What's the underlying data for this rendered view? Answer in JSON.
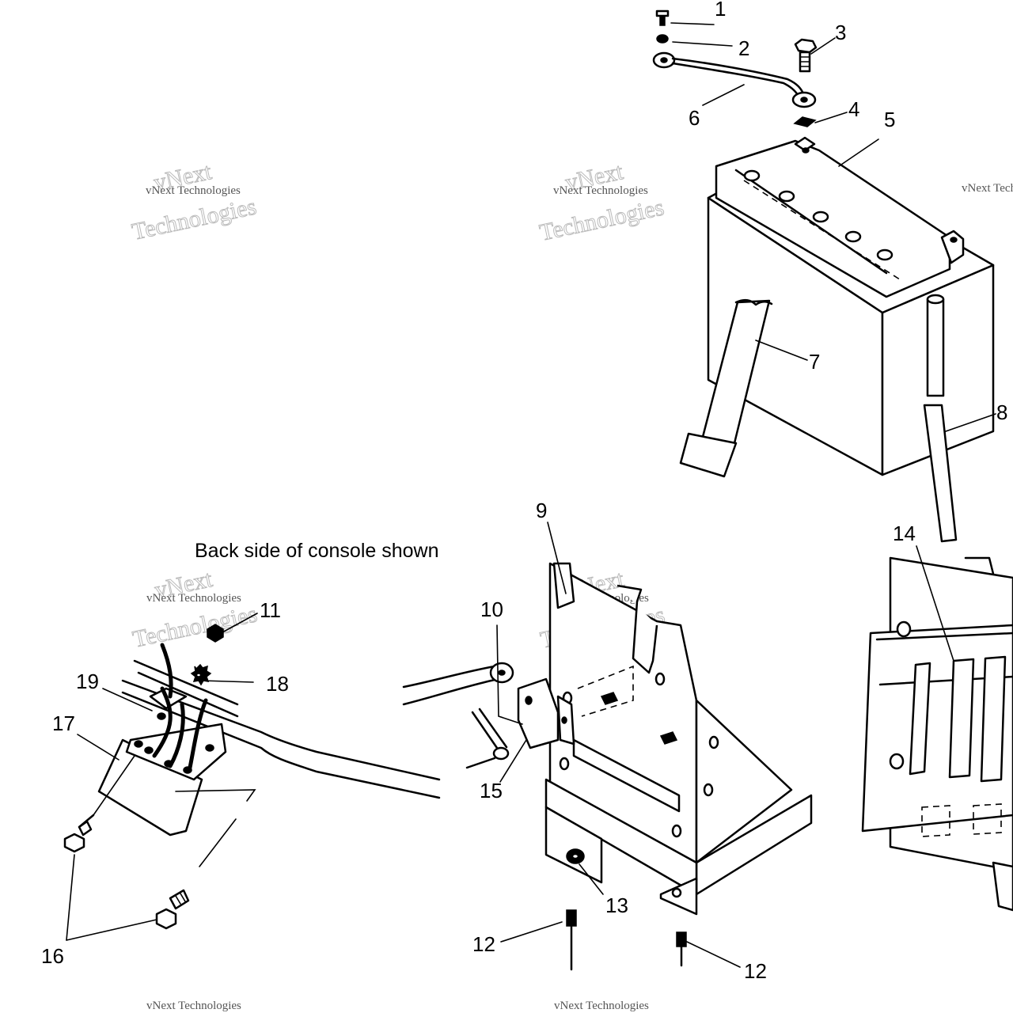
{
  "diagram": {
    "caption": "Back side of console shown",
    "callouts": [
      "1",
      "2",
      "3",
      "4",
      "5",
      "6",
      "7",
      "8",
      "9",
      "10",
      "11",
      "12",
      "12",
      "13",
      "14",
      "15",
      "16",
      "17",
      "18",
      "19"
    ]
  },
  "watermark": {
    "line1": "vNext Technologies",
    "line2": "vNext",
    "line3": "Technologies"
  }
}
